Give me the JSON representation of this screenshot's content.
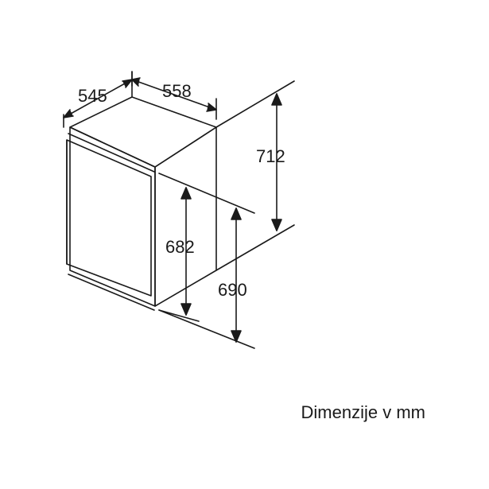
{
  "diagram": {
    "dimensions": {
      "depth": "545",
      "width": "558",
      "total_height": "712",
      "niche_height_min": "682",
      "niche_height_max": "690"
    },
    "caption": "Dimenzije v mm",
    "colors": {
      "line": "#1a1a1a",
      "background": "#ffffff"
    }
  }
}
